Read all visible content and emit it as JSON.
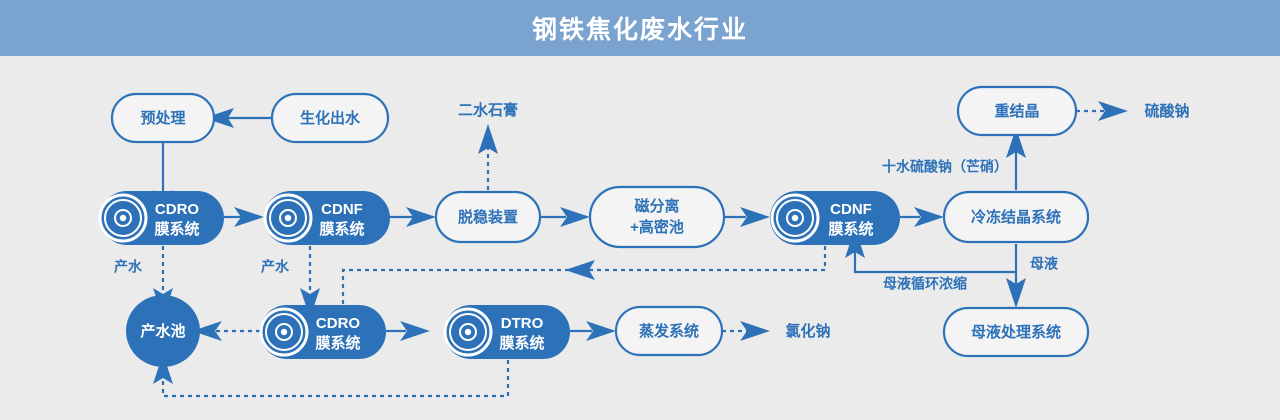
{
  "header": {
    "title": "钢铁焦化废水行业"
  },
  "theme": {
    "header_bg": "#7ba3d0",
    "page_bg": "#ebebeb",
    "accent": "#2d72b8",
    "node_fill_text": "#ffffff",
    "node_outline_fill": "#f4f4f4"
  },
  "nodes": {
    "pretreatment": {
      "label": "预处理"
    },
    "bio_effluent": {
      "label": "生化出水"
    },
    "cdro_1_line1": {
      "label": "CDRO"
    },
    "cdro_1_line2": {
      "label": "膜系统"
    },
    "cdnf_1_line1": {
      "label": "CDNF"
    },
    "cdnf_1_line2": {
      "label": "膜系统"
    },
    "destabilizer": {
      "label": "脱稳装置"
    },
    "magsep_line1": {
      "label": "磁分离"
    },
    "magsep_line2": {
      "label": "+高密池"
    },
    "cdnf_2_line1": {
      "label": "CDNF"
    },
    "cdnf_2_line2": {
      "label": "膜系统"
    },
    "freeze_cryst": {
      "label": "冷冻结晶系统"
    },
    "recrystallize": {
      "label": "重结晶"
    },
    "mother_liquor_sys": {
      "label": "母液处理系统"
    },
    "product_water_pool": {
      "label": "产水池"
    },
    "cdro_2_line1": {
      "label": "CDRO"
    },
    "cdro_2_line2": {
      "label": "膜系统"
    },
    "dtro_line1": {
      "label": "DTRO"
    },
    "dtro_line2": {
      "label": "膜系统"
    },
    "evaporation": {
      "label": "蒸发系统"
    }
  },
  "outputs": {
    "gypsum": {
      "label": "二水石膏"
    },
    "sodium_sulfate": {
      "label": "硫酸钠"
    },
    "sodium_chloride": {
      "label": "氯化钠"
    }
  },
  "edge_labels": {
    "product_water_1": "产水",
    "product_water_2": "产水",
    "mirabilite": "十水硫酸钠（芒硝）",
    "mother_liquor": "母液",
    "mother_liquor_recycle": "母液循环浓缩"
  },
  "icons": {
    "membrane_disc": "membrane-disc-icon"
  }
}
